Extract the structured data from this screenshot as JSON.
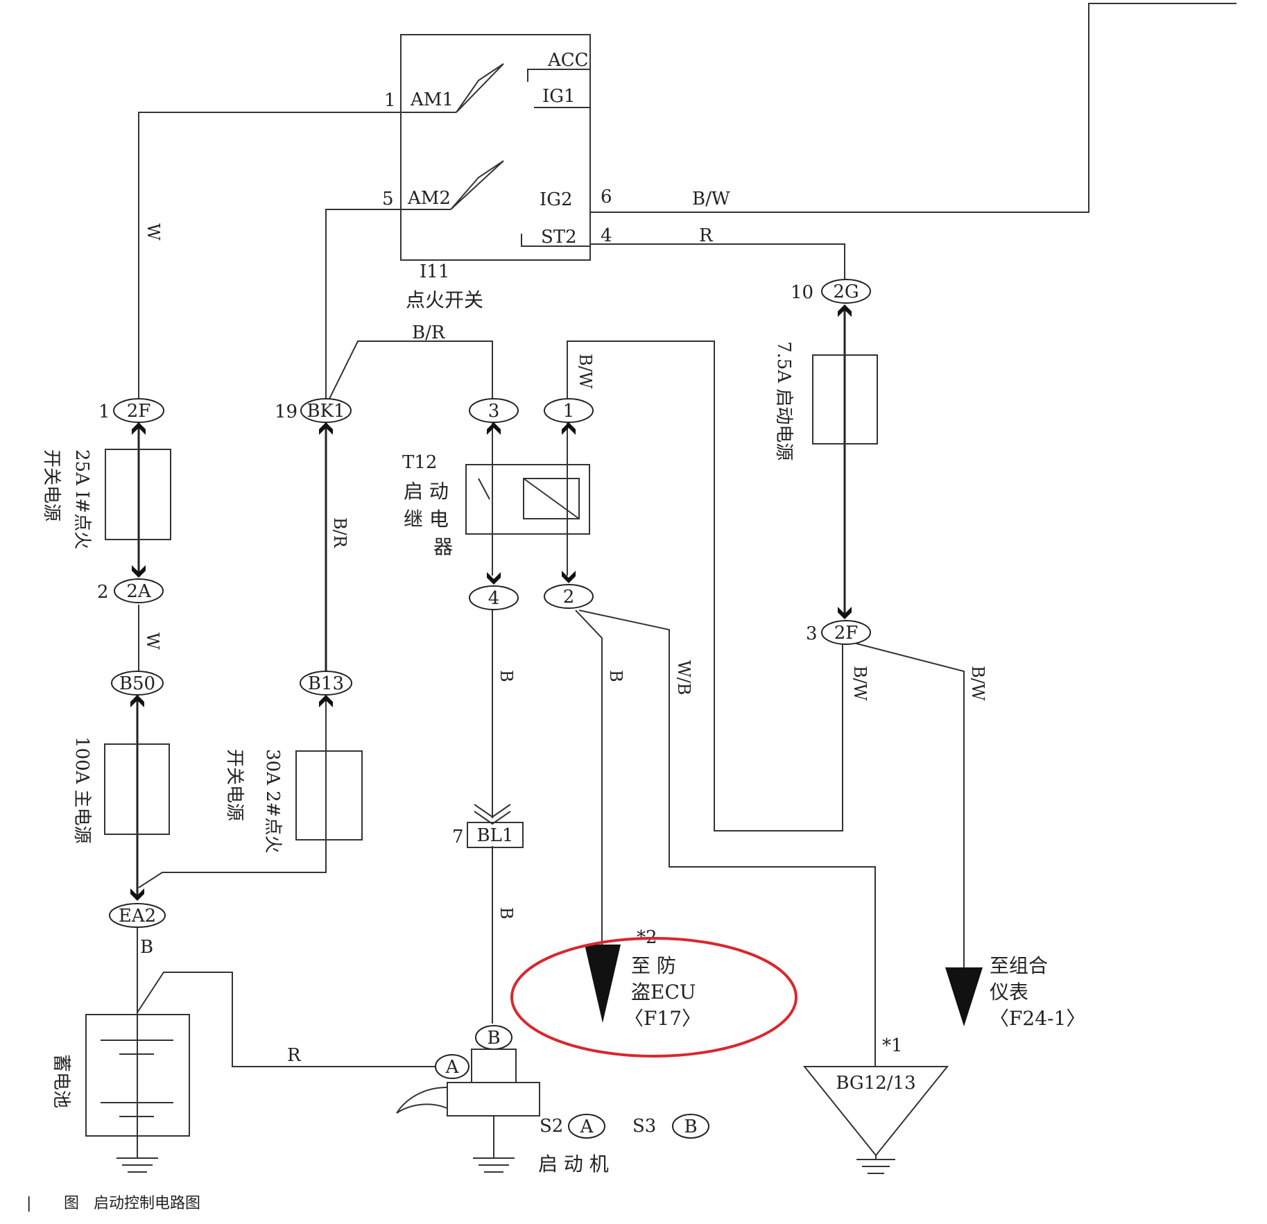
{
  "ignition_switch": {
    "id": "I11",
    "name": "点火开关",
    "acc": "ACC",
    "ig1": "IG1",
    "am1": "AM1",
    "am2": "AM2",
    "ig2": "IG2",
    "st2": "ST2",
    "pin_am1": "1",
    "pin_am2": "5",
    "pin_ig2": "6",
    "pin_st2": "4"
  },
  "wires": {
    "w_left": "W",
    "bw_ig2": "B/W",
    "r_st2": "R",
    "br_top": "B/R",
    "br_mid": "B/R",
    "bw_relay": "B/W",
    "w_2a": "W",
    "b_relay4": "B",
    "b_relay2": "B",
    "wb": "W/B",
    "bw_2f_a": "B/W",
    "bw_2f_b": "B/W",
    "b_bl1": "B",
    "b_ea2": "B",
    "r_batt": "R"
  },
  "connectors": {
    "c2g_pin": "10",
    "c2g": "2G",
    "c2f_top_pin": "1",
    "c2f_top": "2F",
    "bk1_pin": "19",
    "bk1": "BK1",
    "relay3": "3",
    "relay1": "1",
    "c2a_pin": "2",
    "c2a": "2A",
    "relay4": "4",
    "relay2": "2",
    "c2f_bot_pin": "3",
    "c2f_bot": "2F",
    "b50": "B50",
    "b13": "B13",
    "bl1_pin": "7",
    "bl1": "BL1",
    "ea2": "EA2",
    "starter_b": "B",
    "starter_a": "A",
    "s2_a": "A",
    "s3_b": "B"
  },
  "fuses": {
    "f75": "7.5A 启动电源",
    "f25a": "25A I#点火",
    "f25b": "开关电源",
    "f100": "100A 主电源",
    "f30a": "30A 2#点火",
    "f30b": "开关电源"
  },
  "relay": {
    "id": "T12",
    "l1": "启 动",
    "l2": "继 电",
    "l3": "器"
  },
  "ecu": {
    "note": "*2",
    "l1": "至 防",
    "l2": "盗ECU",
    "l3": "〈F17〉"
  },
  "cluster": {
    "l1": "至组合",
    "l2": "仪表",
    "l3": "〈F24-1〉"
  },
  "ground": {
    "note": "*1",
    "label": "BG12/13"
  },
  "battery": {
    "label": "蓄电池"
  },
  "starter": {
    "s2": "S2",
    "s3": "S3",
    "label": "启 动 机"
  },
  "caption": {
    "bar": "|",
    "label": "图",
    "title": "启动控制电路图"
  },
  "colors": {
    "wire": "#333333",
    "highlight": "#d9272e",
    "background": "#ffffff"
  }
}
